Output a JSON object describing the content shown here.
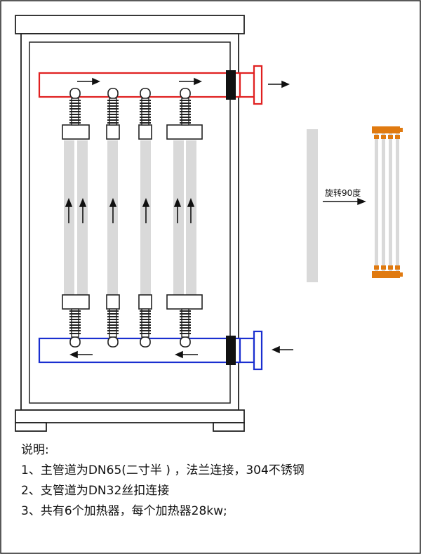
{
  "rotation_label": "旋转90度",
  "notes": {
    "title": "说明:",
    "items": [
      "1、主管道为DN65(二寸半 ) ，法兰连接，304不锈钢",
      "2、支管道为DN32丝扣连接",
      "3、共有6个加热器，每个加热器28kw;"
    ]
  },
  "colors": {
    "outlet_pipe": "#e02020",
    "inlet_pipe": "#1a2fd0",
    "heater_tube": "#d9d9d9",
    "flange_detail": "#e07a10",
    "frame": "#222222"
  },
  "icons": [
    "arrow-right-icon",
    "arrow-left-icon",
    "arrow-up-icon"
  ]
}
